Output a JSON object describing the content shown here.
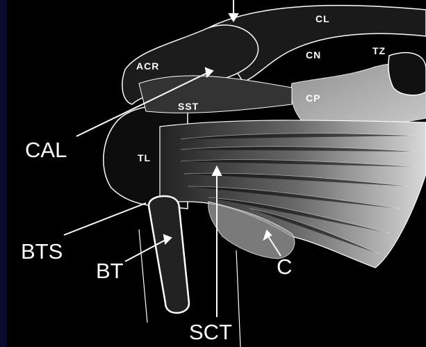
{
  "labels": {
    "cl": "CL",
    "cn": "CN",
    "tz": "TZ",
    "acr": "ACR",
    "cp": "CP",
    "sst": "SST",
    "tl": "TL",
    "cal": "CAL",
    "bts": "BTS",
    "bt": "BT",
    "c": "C",
    "sct": "SCT"
  },
  "colors": {
    "background": "#000000",
    "border": "#0a0a2e",
    "line": "#ffffff"
  }
}
